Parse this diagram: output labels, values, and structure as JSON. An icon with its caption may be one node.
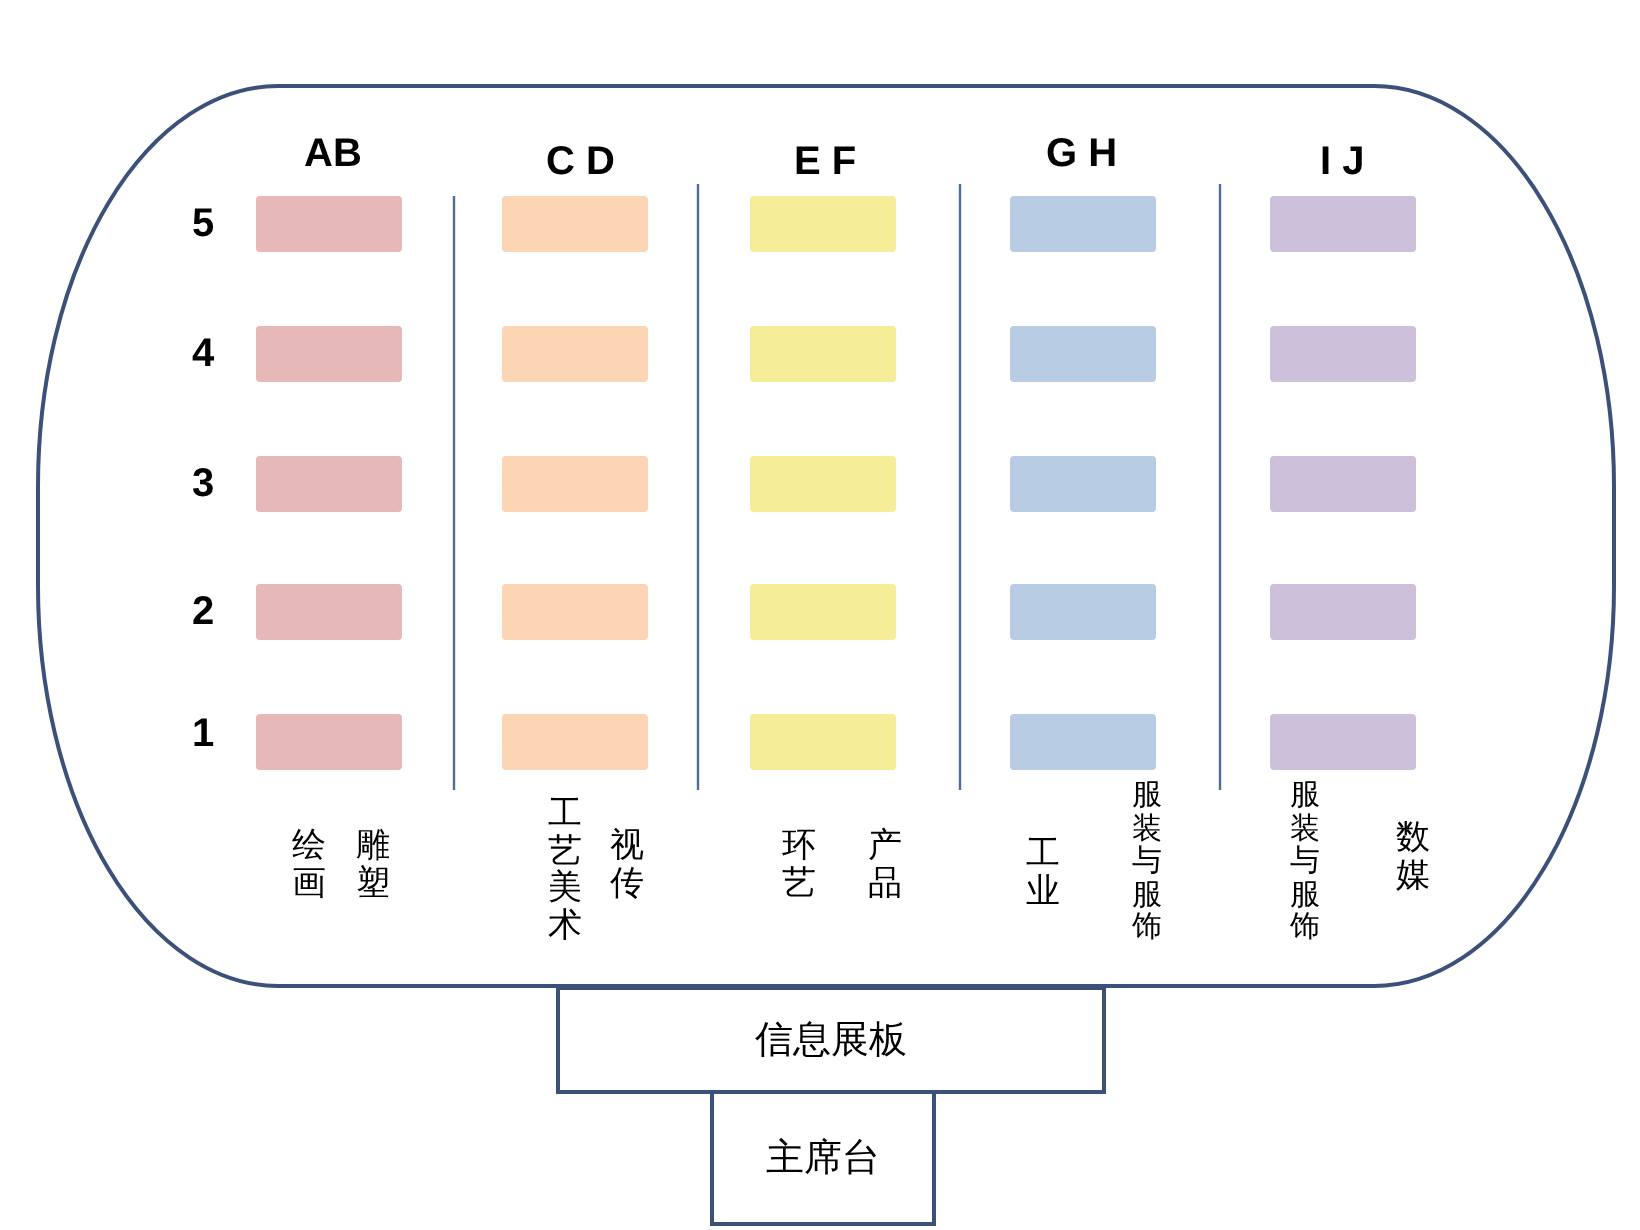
{
  "diagram": {
    "nodes": [
      {
        "text": [],
        "shape": "box"
      },
      {
        "text": [],
        "shape": "bar",
        "in": 0
      },
      {
        "text": [],
        "shape": "bar",
        "in": 0
      },
      {
        "text": [],
        "shape": "bar",
        "in": 0
      },
      {
        "text": [],
        "shape": "bar",
        "in": 0
      },
      {
        "text": [],
        "shape": "bar",
        "in": 0
      },
      {
        "text": [],
        "shape": "bar",
        "in": 0
      },
      {
        "text": [],
        "shape": "bar",
        "in": 0
      },
      {
        "text": [],
        "shape": "bar",
        "in": 0
      },
      {
        "text": [],
        "shape": "bar",
        "in": 0
      },
      {
        "text": [],
        "shape": "bar",
        "in": 0
      },
      {
        "text": [],
        "shape": "bar",
        "in": 0
      },
      {
        "text": [],
        "shape": "bar",
        "in": 0
      },
      {
        "text": [],
        "shape": "bar",
        "in": 0
      },
      {
        "text": [],
        "shape": "bar",
        "in": 0
      },
      {
        "text": [],
        "shape": "bar",
        "in": 0
      },
      {
        "text": [],
        "shape": "bar",
        "in": 0
      },
      {
        "text": [],
        "shape": "bar",
        "in": 0
      },
      {
        "text": [],
        "shape": "bar",
        "in": 0
      },
      {
        "text": [],
        "shape": "bar",
        "in": 0
      },
      {
        "text": [],
        "shape": "bar",
        "in": 0
      },
      {
        "text": [],
        "shape": "bar",
        "in": 0
      },
      {
        "text": [],
        "shape": "bar",
        "in": 0
      },
      {
        "text": [],
        "shape": "bar",
        "in": 0
      },
      {
        "text": [],
        "shape": "bar",
        "in": 0
      },
      {
        "text": [],
        "shape": "bar",
        "in": 0
      },
      {
        "text": [
          "信息展板"
        ]
      },
      {
        "text": [
          "主席台"
        ]
      }
    ],
    "edges": [],
    "labels": [
      "AB",
      "C D",
      "E F",
      "G H",
      "I J",
      "5",
      "4",
      "3",
      "2",
      "1",
      "绘画",
      "雕塑",
      "工艺美术",
      "视传",
      "环艺",
      "产品",
      "工业",
      "服装与服饰",
      "服装与服饰",
      "数媒"
    ]
  }
}
